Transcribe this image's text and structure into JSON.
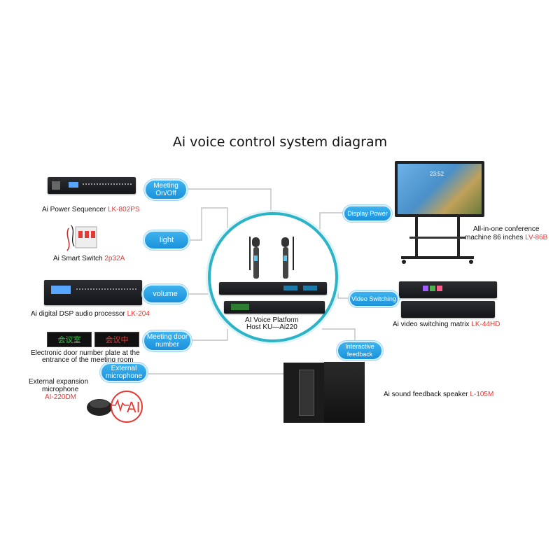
{
  "title": "Ai voice control system diagram",
  "pills": {
    "meeting_onoff": "Meeting On/Off",
    "light": "light",
    "volume": "volume",
    "door_number": "Meeting door number",
    "ext_mic": "External microphone",
    "display_power": "Display Power",
    "video_switching": "Video Switching",
    "interactive_feedback": "Interactive feedback"
  },
  "devices": {
    "power_seq": {
      "name": "Ai Power Sequencer ",
      "model": "LK-802PS"
    },
    "smart_switch": {
      "name": "Ai Smart Switch ",
      "model": "2p32A"
    },
    "dsp": {
      "name": "Ai digital DSP audio processor ",
      "model": "LK-204"
    },
    "door_plate": {
      "line1": "Electronic door number plate at the",
      "line2": "entrance of the meeting room",
      "text1": "会议室",
      "text2": "会议中"
    },
    "ext_mic": {
      "line1": "External expansion",
      "line2": "microphone",
      "model": "AI-220DM",
      "logo": "AI"
    },
    "host": {
      "line1": "AI Voice Platform",
      "line2": "Host KU—Ai220"
    },
    "display": {
      "line1": "All-in-one conference",
      "line2": "machine 86 inches ",
      "model": "LV-86B",
      "clock": "23:52"
    },
    "matrix": {
      "name": "Ai video switching matrix ",
      "model": "LK-44HD"
    },
    "speaker": {
      "name": "Ai sound feedback speaker ",
      "model": "L-105M"
    }
  },
  "colors": {
    "accent": "#1a91dc",
    "ring": "#2bb3c8",
    "model_red": "#e53935"
  }
}
